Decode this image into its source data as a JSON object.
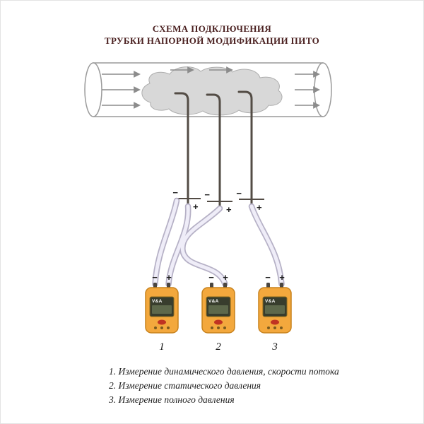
{
  "title": {
    "line1": "СХЕМА ПОДКЛЮЧЕНИЯ",
    "line2": "ТРУБКИ НАПОРНОЙ МОДИФИКАЦИИ ПИТО"
  },
  "probes": [
    {
      "minus": "−",
      "plus": "+"
    },
    {
      "minus": "−",
      "plus": "+"
    },
    {
      "minus": "−",
      "plus": "+"
    }
  ],
  "devices": [
    {
      "number": "1",
      "brand": "V&A",
      "minus": "−",
      "plus": "+"
    },
    {
      "number": "2",
      "brand": "V&A",
      "minus": "−",
      "plus": "+"
    },
    {
      "number": "3",
      "brand": "V&A",
      "minus": "−",
      "plus": "+"
    }
  ],
  "legend": [
    "1. Измерение динамического давления, скорости потока",
    "2. Измерение статического давления",
    "3. Измерение полного давления"
  ],
  "colors": {
    "title": "#4b2121",
    "pipe_stroke": "#9a9a9a",
    "arrow": "#8c8c8c",
    "cloud_fill": "#d8d8d8",
    "probe": "#534c45",
    "hose_outline": "#b6b1c6",
    "hose_fill": "#efedf8",
    "device_body": "#f3a83d",
    "device_border": "#c8821d",
    "device_display": "#383d2d",
    "power_button": "#c03322"
  }
}
